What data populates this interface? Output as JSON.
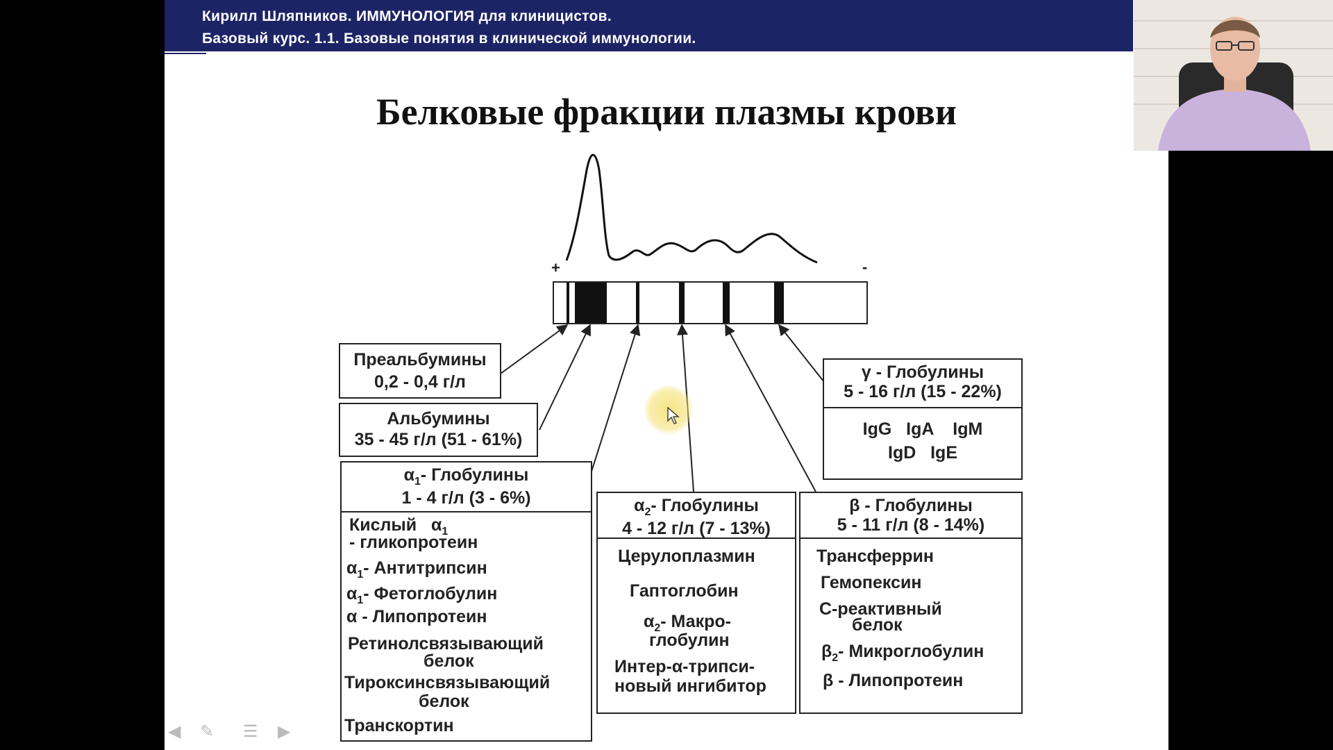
{
  "header": {
    "line1": "Кирилл Шляпников. ИММУНОЛОГИЯ для клиницистов.",
    "line2": "Базовый курс.  1.1. Базовые понятия в клинической иммунологии."
  },
  "slide": {
    "title": "Белковые фракции плазмы крови",
    "plus_sign": "+",
    "minus_sign": "-"
  },
  "prealbumin": {
    "title": "Преальбумины",
    "value": "0,2 - 0,4 г/л"
  },
  "albumin": {
    "title": "Альбумины",
    "value": "35 - 45 г/л (51 - 61%)"
  },
  "alpha1": {
    "symbol": "α",
    "sub": "1",
    "title_rest": "- Глобулины",
    "value": "1 - 4 г/л (3 - 6%)",
    "item1_a": "Кислый",
    "item1_b": "- гликопротеин",
    "item2": "- Антитрипсин",
    "item3": "- Фетоглобулин",
    "item4": "α - Липопротеин",
    "item5_a": "Ретинолсвязывающий",
    "item5_b": "белок",
    "item6_a": "Тироксинсвязывающий",
    "item6_b": "белок",
    "item7": "Транскортин"
  },
  "alpha2": {
    "symbol": "α",
    "sub": "2",
    "title_rest": "- Глобулины",
    "value": "4 - 12 г/л (7 - 13%)",
    "item1": "Церулоплазмин",
    "item2": "Гаптоглобин",
    "item3_a": "- Макро-",
    "item3_b": "глобулин",
    "item4_a": "Интер-α-трипси-",
    "item4_b": "новый ингибитор"
  },
  "beta": {
    "title": "β - Глобулины",
    "value": "5 - 11 г/л (8 - 14%)",
    "item1": "Трансферрин",
    "item2": "Гемопексин",
    "item3_a": "С-реактивный",
    "item3_b": "белок",
    "item4_symbol": "β",
    "item4_sub": "2",
    "item4_rest": "- Микроглобулин",
    "item5": "β - Липопротеин"
  },
  "gamma": {
    "title": "γ - Глобулины",
    "value": "5 - 16 г/л (15 - 22%)",
    "ig_row1": "IgG   IgA    IgM",
    "ig_row2": "IgD   IgE"
  },
  "colors": {
    "banner": "#1d2466",
    "ink": "#222222",
    "highlight": "#f5e27a"
  },
  "icons": [
    "cursor-icon",
    "prev-slide-icon",
    "pen-icon",
    "menu-icon",
    "next-slide-icon"
  ]
}
